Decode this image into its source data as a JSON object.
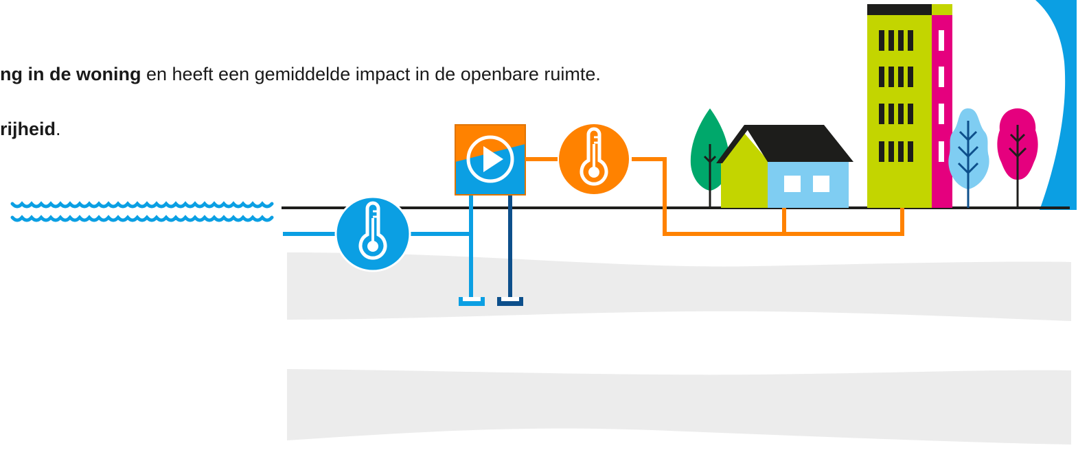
{
  "text": {
    "line1_bold": "ng in de woning",
    "line1_rest": " en heeft een gemiddelde impact in de openbare ruimte.",
    "line2_bold": "rijheid",
    "line2_rest": "."
  },
  "colors": {
    "water_blue": "#0b9fe3",
    "dark_blue": "#0d4f8b",
    "orange": "#ff8200",
    "lime": "#c3d500",
    "magenta": "#e5007e",
    "green": "#00a86b",
    "light_blue": "#7fcdf2",
    "black": "#1d1d1b",
    "ground_grey": "#ececec"
  },
  "icons": {
    "surface_water": "wave-icon",
    "water_thermometer": "thermometer-icon",
    "pump": "play-icon",
    "heat_thermometer": "thermometer-icon"
  }
}
